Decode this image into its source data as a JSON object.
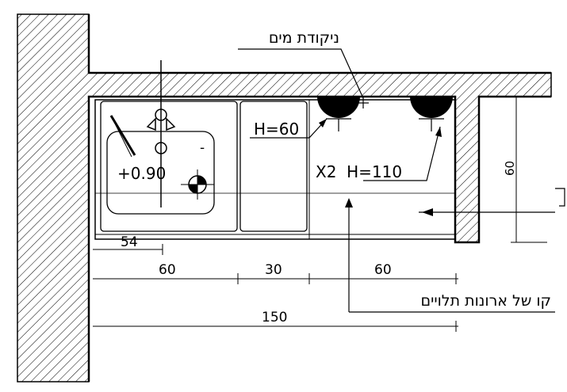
{
  "drawing": {
    "water_point_label": "ניקודת מים",
    "height_tap_left": "H=60",
    "height_tap_right": "X2  H=110",
    "sink_level": "+0.90",
    "sink_minus": "-",
    "hanging_cabinets_line": "קו של ארונות תלויים",
    "dim_sink_offset": "54",
    "dim_segment_1": "60",
    "dim_segment_2": "30",
    "dim_segment_3": "60",
    "dim_total": "150",
    "dim_depth": "60",
    "line_color": "#000000",
    "background_color": "#ffffff"
  }
}
